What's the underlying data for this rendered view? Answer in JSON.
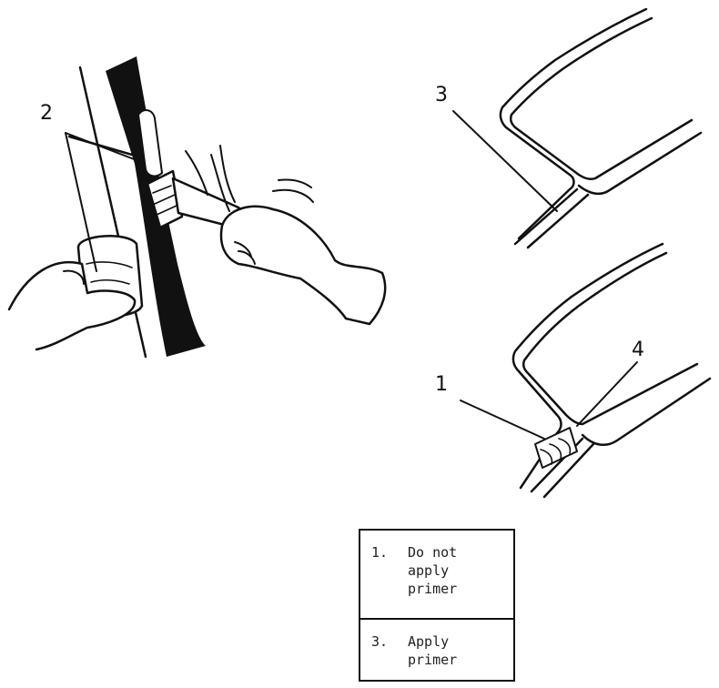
{
  "callouts": {
    "hand_brush_figure": "2",
    "frame_upper": "3",
    "frame_lower_zone_1": "1",
    "frame_lower_zone_4": "4"
  },
  "legend": [
    {
      "number": "1.",
      "text": "Do not apply primer"
    },
    {
      "number": "3.",
      "text": "Apply primer"
    }
  ],
  "colors": {
    "line": "#111111",
    "background": "#ffffff"
  }
}
